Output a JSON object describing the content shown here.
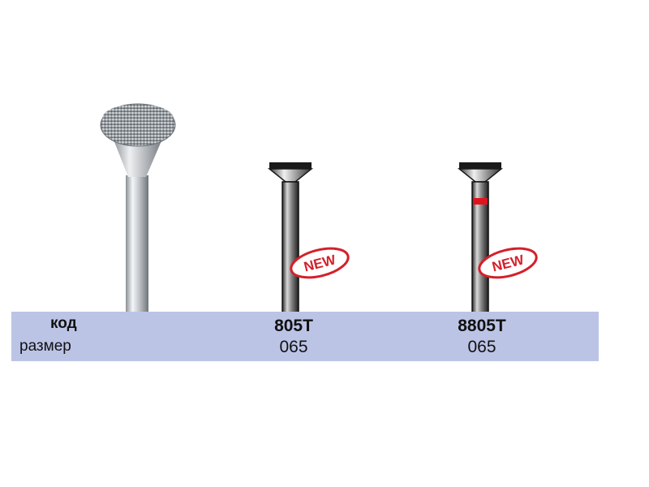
{
  "table": {
    "label_code": "код",
    "label_size": "размер"
  },
  "products": [
    {
      "code": "805T",
      "size": "065",
      "badge": "NEW",
      "color_ring": "none"
    },
    {
      "code": "8805T",
      "size": "065",
      "badge": "NEW",
      "color_ring": "red"
    }
  ],
  "colors": {
    "band": "#bcc4e6",
    "badge_red": "#d4202a",
    "ring_red": "#e0141e"
  },
  "icons": [
    "diamond-bur-photo",
    "bur-schematic",
    "new-badge"
  ]
}
